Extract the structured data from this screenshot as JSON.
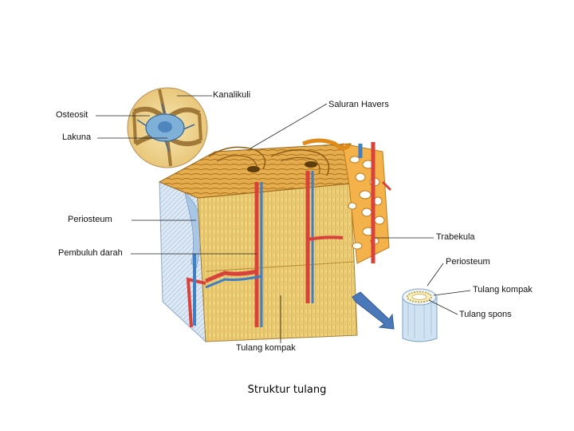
{
  "labels": {
    "kanalikuli": "Kanalikuli",
    "saluran_havers": "Saluran Havers",
    "osteosit": "Osteosit",
    "lakuna": "Lakuna",
    "periosteum_left": "Periosteum",
    "pembuluh_darah": "Pembuluh darah",
    "trabekula": "Trabekula",
    "periosteum_right": "Periosteum",
    "tulang_kompak_right": "Tulang kompak",
    "tulang_spons": "Tulang spons",
    "tulang_kompak_bottom": "Tulang kompak"
  },
  "caption": "Struktur tulang",
  "colors": {
    "compact_bone": "#e8cc6a",
    "lamellae_top": "#e3a94a",
    "spongy_bone": "#f0a236",
    "periosteum": "#cfe0f0",
    "artery": "#d9423a",
    "vein": "#3f7fc4",
    "arrow": "#4a78b8"
  }
}
